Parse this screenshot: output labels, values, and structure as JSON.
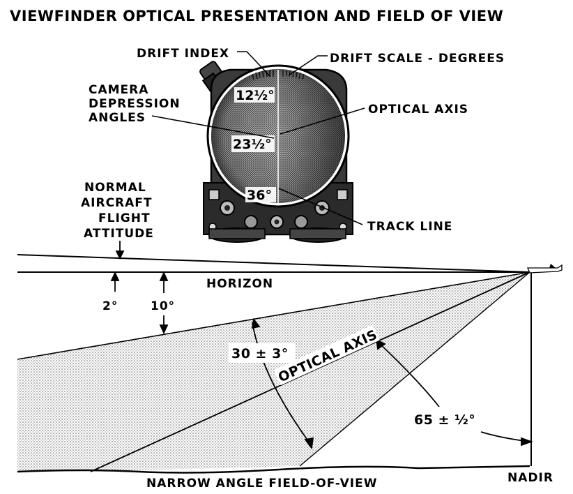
{
  "title": "VIEWFINDER OPTICAL PRESENTATION AND FIELD OF VIEW",
  "viewfinder": {
    "drift_index": "DRIFT INDEX",
    "drift_scale": "DRIFT SCALE - DEGREES",
    "camera_depression_angles": [
      "CAMERA",
      "DEPRESSION",
      "ANGLES"
    ],
    "optical_axis": "OPTICAL AXIS",
    "track_line": "TRACK LINE",
    "angle_marks": [
      "12½°",
      "23½°",
      "36°"
    ]
  },
  "field_of_view": {
    "normal_flight_attitude": [
      "NORMAL",
      "AIRCRAFT",
      "FLIGHT",
      "ATTITUDE"
    ],
    "horizon": "HORIZON",
    "angle_2": "2°",
    "angle_10": "10°",
    "angle_30": "30 ± 3°",
    "optical_axis": "OPTICAL AXIS",
    "angle_65": "65 ± ½°",
    "narrow_angle": "NARROW ANGLE FIELD-OF-VIEW",
    "nadir": "NADIR"
  }
}
